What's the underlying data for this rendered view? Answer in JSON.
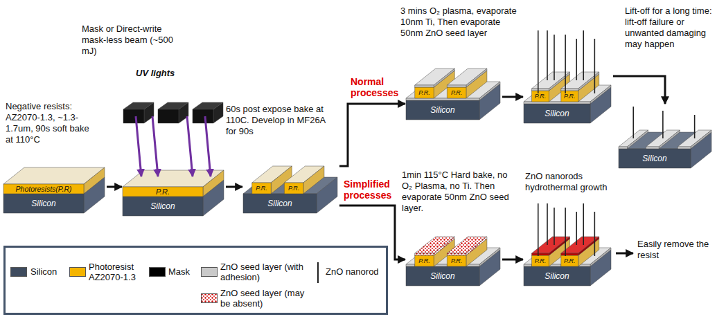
{
  "diagram": {
    "nodes": [
      {
        "text": [
          "Photoresists(P.R)",
          "Silicon"
        ]
      },
      {
        "text": [
          "P.R.",
          "Silicon"
        ]
      },
      {
        "text": [
          "P.R.",
          "P.R.",
          "Silicon"
        ]
      },
      {
        "text": [
          "P.R.",
          "P.R.",
          "Silicon"
        ]
      },
      {
        "text": [
          "P.R.",
          "P.R.",
          "Silicon"
        ]
      },
      {
        "text": [
          "Silicon"
        ]
      },
      {
        "text": [
          "P.R.",
          "P.R.",
          "Silicon"
        ]
      },
      {
        "text": [
          "P.R.",
          "P.R.",
          "Silicon"
        ]
      }
    ],
    "edges": [
      {
        "from": 0,
        "to": 1,
        "arrow": "to"
      },
      {
        "from": 1,
        "to": 2,
        "arrow": "to"
      },
      {
        "from": 2,
        "to": 3,
        "arrow": "to",
        "label": "Normal processes"
      },
      {
        "from": 2,
        "to": 6,
        "arrow": "to",
        "label": "Simplified processes"
      },
      {
        "from": 3,
        "to": 4,
        "arrow": "to"
      },
      {
        "from": 4,
        "to": 5,
        "arrow": "to"
      },
      {
        "from": 6,
        "to": 7,
        "arrow": "to"
      }
    ],
    "labels": [
      "Negative resists: AZ2070-1.3, ~1.3-1.7um, 90s soft bake at 110°C",
      "Mask or Direct-write mask-less beam (~500 mJ)",
      "UV lights",
      "60s post expose bake at 110C. Develop in MF26A for 90s",
      "3 mins O₂ plasma, evaporate 10nm Ti, Then evaporate 50nm ZnO seed layer",
      "Lift-off for a long time: lift-off failure or unwanted damaging may happen",
      "1min 115°C Hard bake, no O₂ Plasma, no Ti. Then evaporate 50nm ZnO seed layer.",
      "ZnO nanorods hydrothermal growth",
      "Easily remove the resist"
    ],
    "legend": [
      {
        "text": "Silicon",
        "color": "#3e4b5e"
      },
      {
        "text": "Photoresist AZ2070-1.3",
        "color": "#f4b400"
      },
      {
        "text": "Mask",
        "color": "#000000"
      },
      {
        "text": "ZnO seed layer (with adhesion)",
        "color": "#c9c9c9"
      },
      {
        "text": "ZnO seed layer (may be absent)"
      },
      {
        "text": "ZnO nanorod"
      }
    ]
  }
}
